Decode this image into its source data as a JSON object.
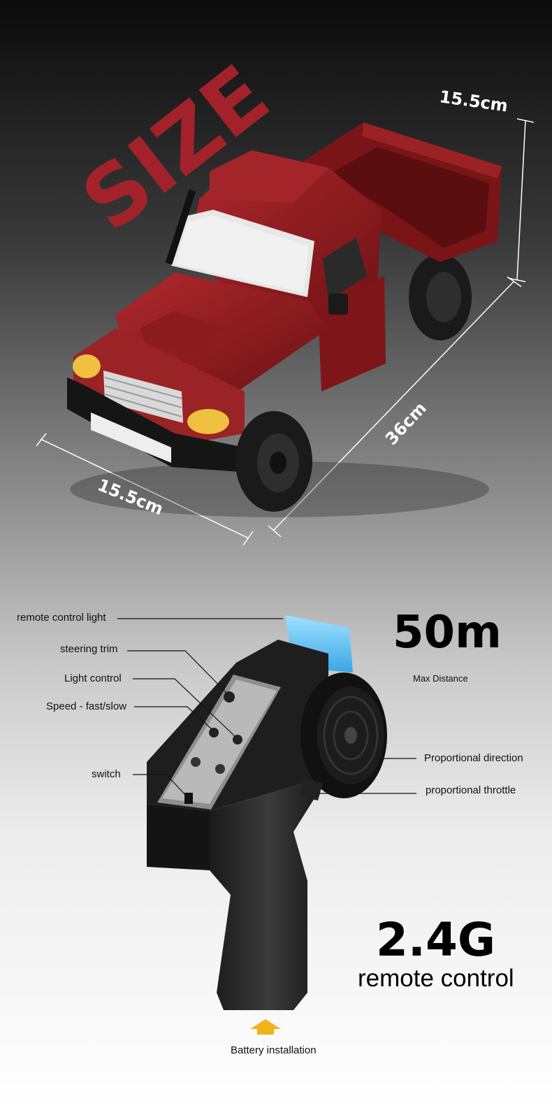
{
  "size_section": {
    "watermark": "SIZE",
    "height_label": "15.5cm",
    "length_label": "36cm",
    "width_label": "15.5cm"
  },
  "remote_section": {
    "callouts": {
      "remote_control_light": "remote control light",
      "steering_trim": "steering trim",
      "light_control": "Light control",
      "speed": "Speed - fast/slow",
      "switch": "switch",
      "proportional_direction": "Proportional direction",
      "proportional_throttle": "proportional throttle",
      "battery": "Battery installation"
    },
    "range_value": "50m",
    "range_caption": "Max Distance",
    "frequency": "2.4G",
    "frequency_caption": "remote control"
  },
  "colors": {
    "truck_red": "#8e1a1c",
    "watermark_red": "#a3222a",
    "battery_arrow": "#f2b21a",
    "remote_light": "#6ecbff"
  }
}
